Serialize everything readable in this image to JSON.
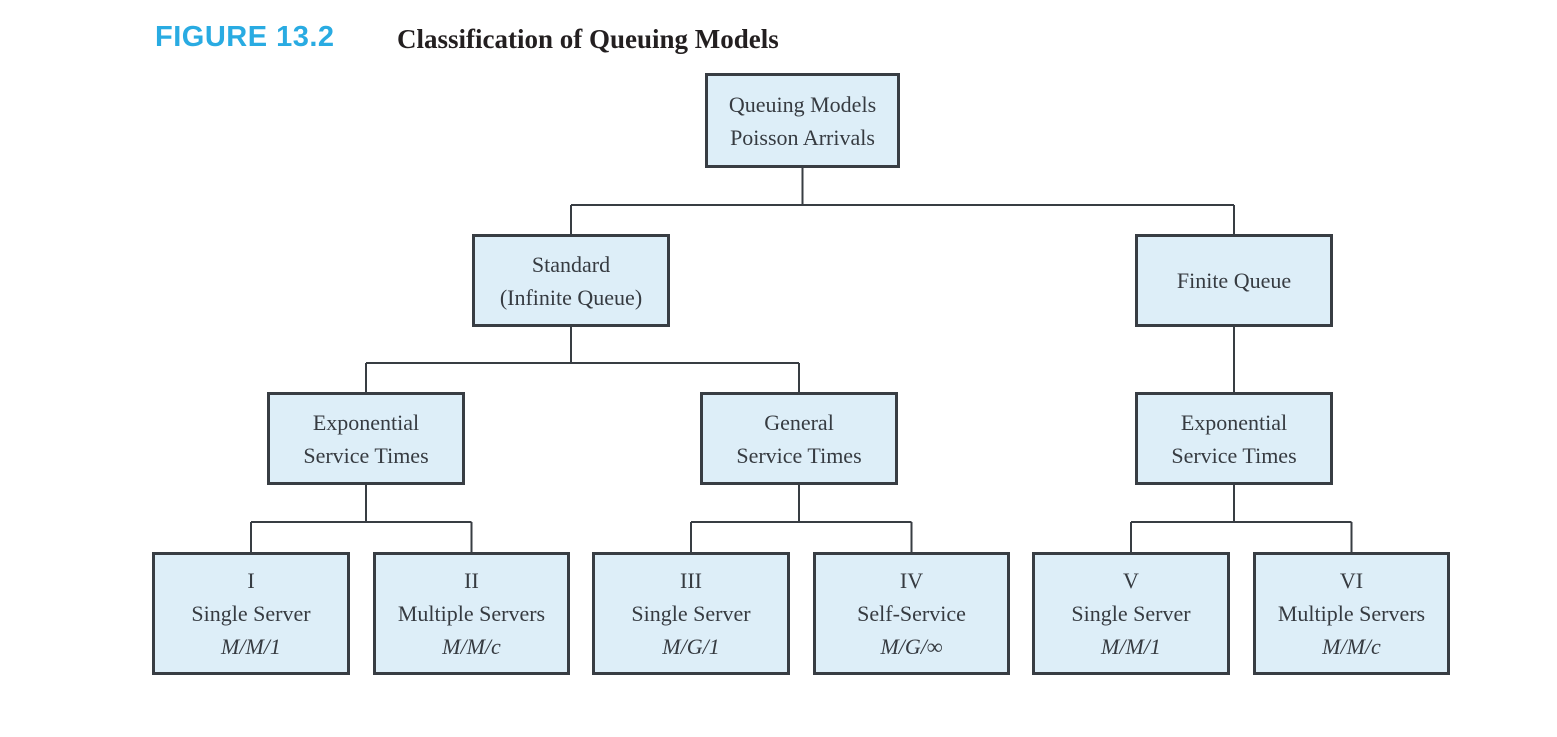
{
  "figure": {
    "label": "FIGURE 13.2",
    "title": "Classification of Queuing Models"
  },
  "colors": {
    "figure_label": "#29abe2",
    "figure_title": "#231f20",
    "box_fill": "#ddeef8",
    "box_border": "#383d43",
    "connector_line": "#383d43",
    "box_text": "#363b41"
  },
  "nodes": {
    "root": {
      "line1": "Queuing Models",
      "line2": "Poisson Arrivals"
    },
    "standard": {
      "line1": "Standard",
      "line2": "(Infinite Queue)"
    },
    "finite_queue": {
      "line1": "Finite Queue"
    },
    "exponential_left": {
      "line1": "Exponential",
      "line2": "Service Times"
    },
    "general": {
      "line1": "General",
      "line2": "Service Times"
    },
    "exponential_right": {
      "line1": "Exponential",
      "line2": "Service Times"
    },
    "model_1": {
      "numeral": "I",
      "name": "Single Server",
      "notation": "M/M/1"
    },
    "model_2": {
      "numeral": "II",
      "name": "Multiple Servers",
      "notation": "M/M/c"
    },
    "model_3": {
      "numeral": "III",
      "name": "Single Server",
      "notation": "M/G/1"
    },
    "model_4": {
      "numeral": "IV",
      "name": "Self-Service",
      "notation": "M/G/∞"
    },
    "model_5": {
      "numeral": "V",
      "name": "Single Server",
      "notation": "M/M/1"
    },
    "model_6": {
      "numeral": "VI",
      "name": "Multiple Servers",
      "notation": "M/M/c"
    }
  }
}
